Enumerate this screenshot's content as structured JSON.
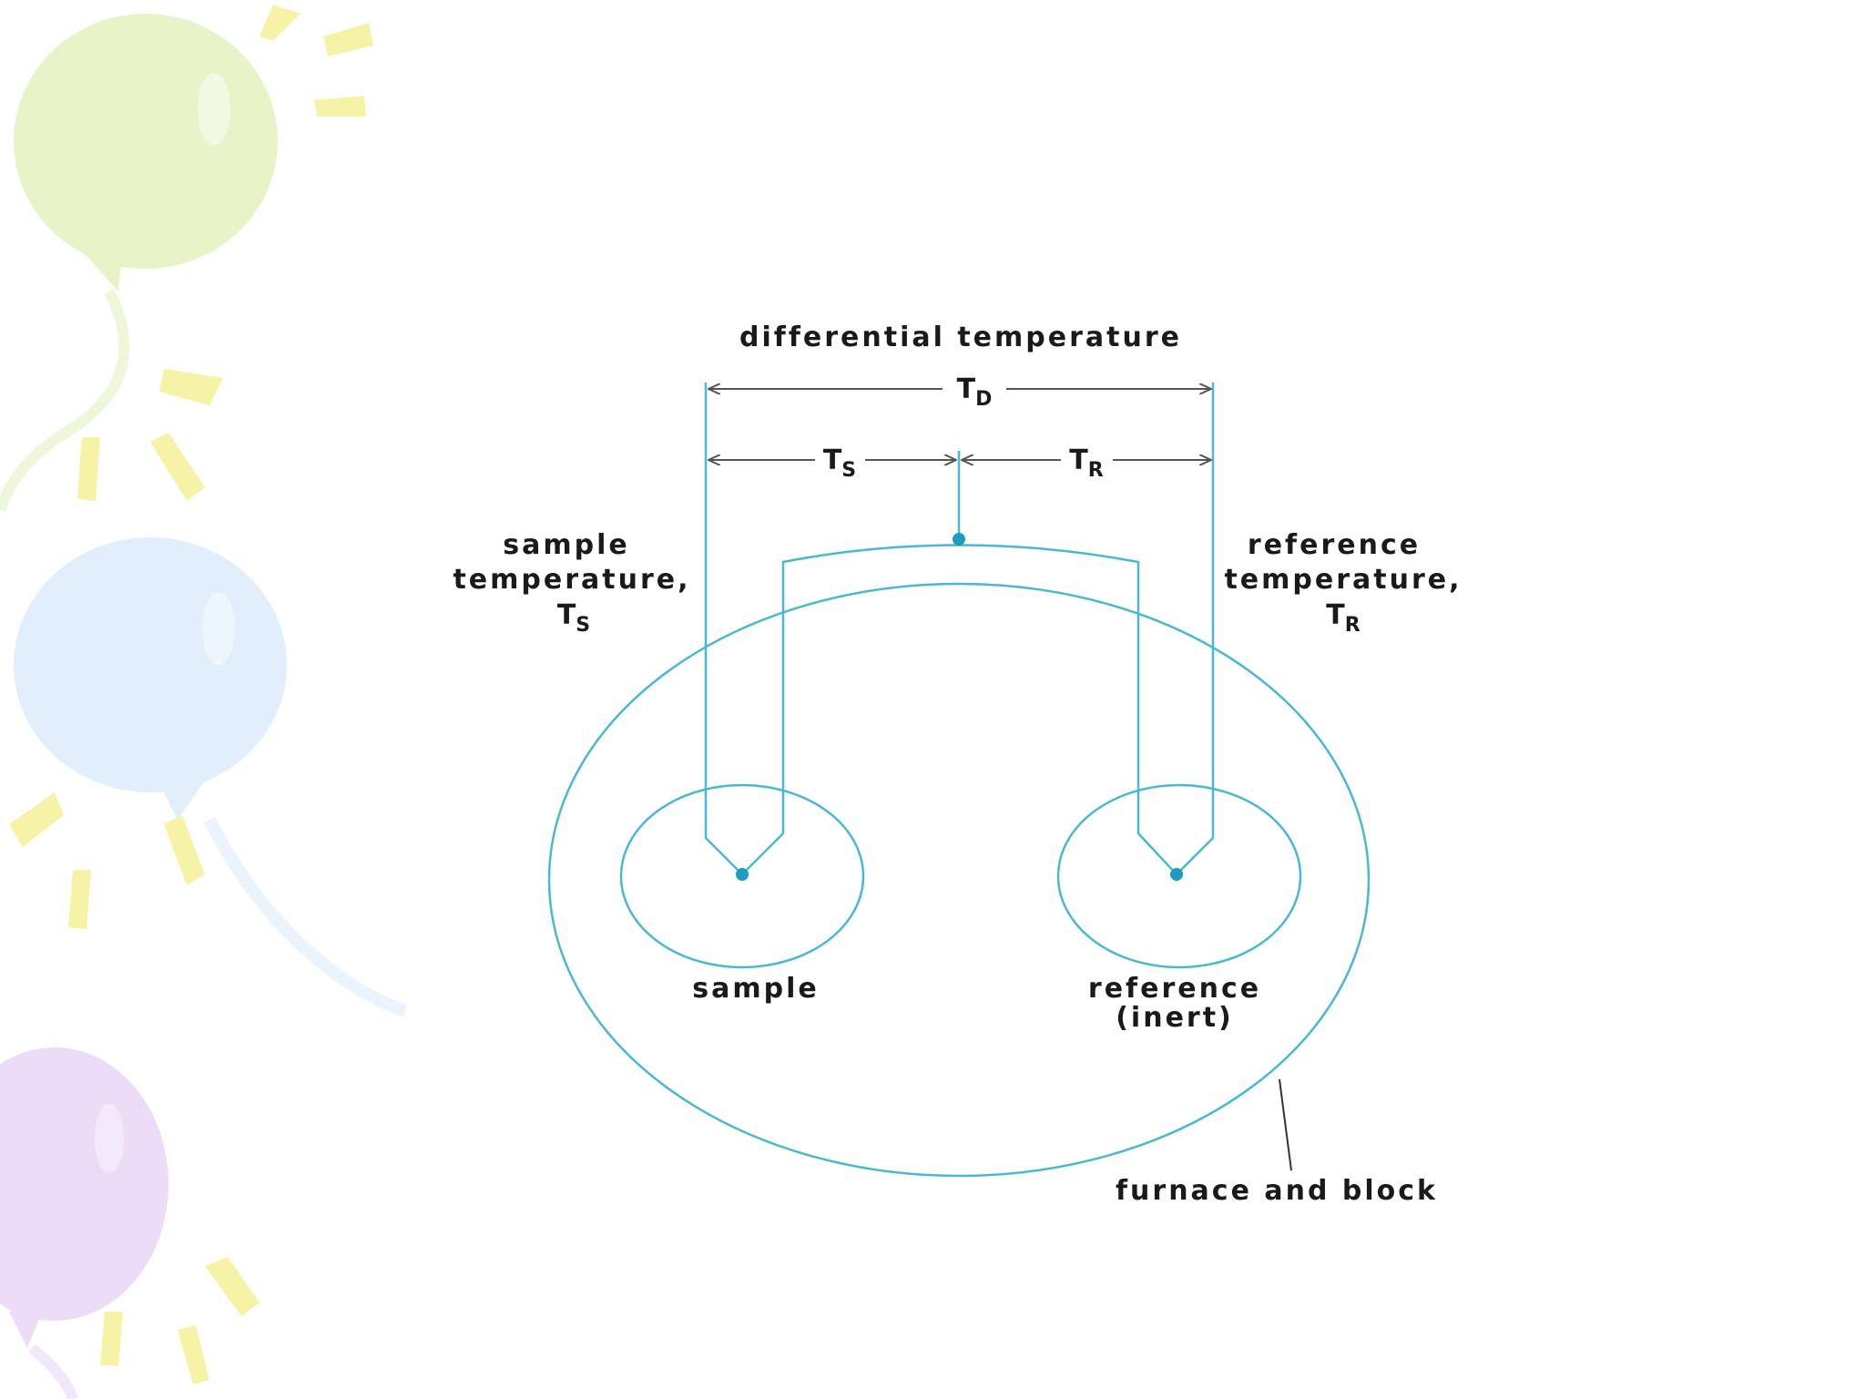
{
  "labels": {
    "differential_temperature": "differential temperature",
    "td_main": "T",
    "td_sub": "D",
    "ts_main": "T",
    "ts_sub": "S",
    "tr_main": "T",
    "tr_sub": "R",
    "sample_temp_line1": "sample",
    "sample_temp_line2": "temperature,",
    "sample_temp_sym_main": "T",
    "sample_temp_sym_sub": "S",
    "reference_temp_line1": "reference",
    "reference_temp_line2": "temperature,",
    "reference_temp_sym_main": "T",
    "reference_temp_sym_sub": "R",
    "sample": "sample",
    "reference_line1": "reference",
    "reference_line2": "(inert)",
    "furnace": "furnace and block"
  },
  "colors": {
    "wire": "#49b8d4",
    "node": "#1c9cc0",
    "text": "#1a1a1a",
    "balloon_green": "#e6f4c8",
    "balloon_blue": "#e1effc",
    "balloon_purple": "#ecdcf8",
    "rays": "#f7f3a6"
  }
}
